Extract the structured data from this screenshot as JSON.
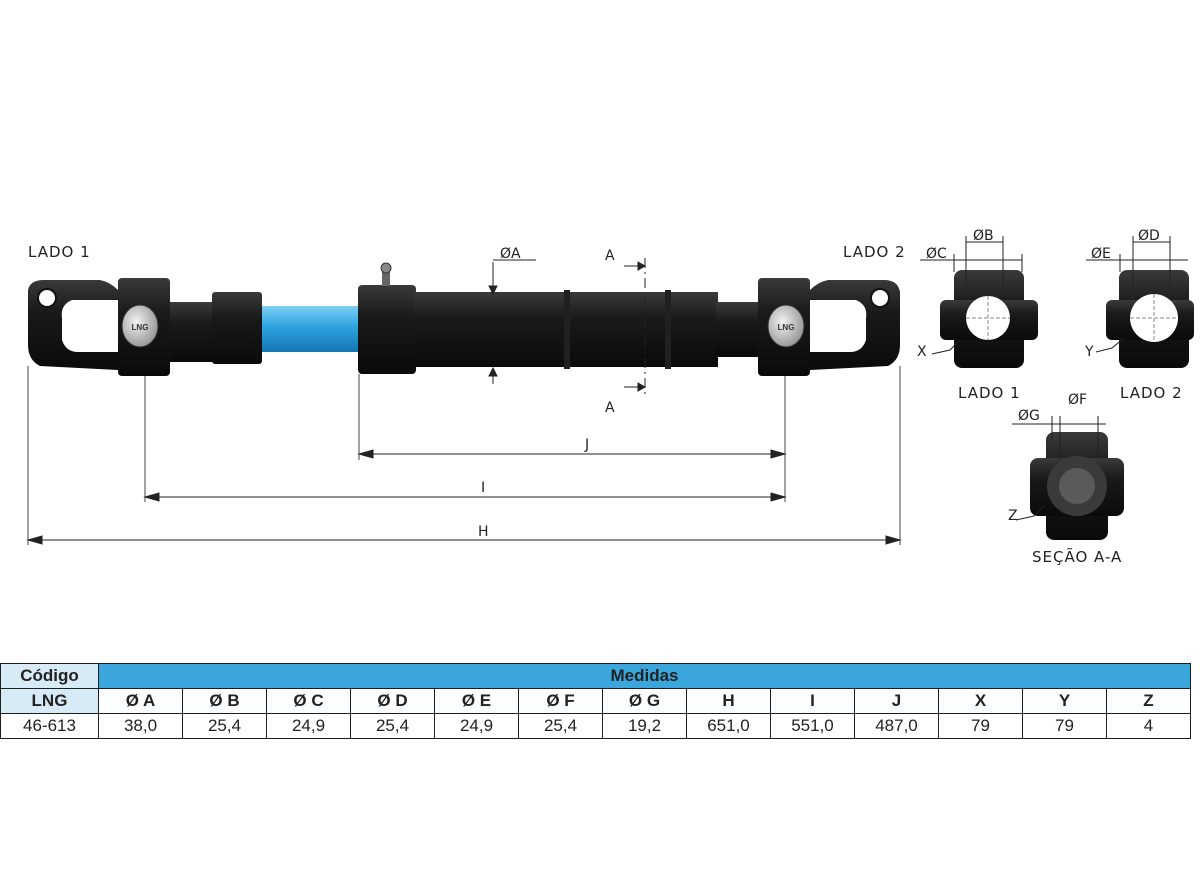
{
  "drawing": {
    "lado1_label": "LADO 1",
    "lado2_label": "LADO 2",
    "dim_a": "ØA",
    "section_letter_top": "A",
    "section_letter_bottom": "A",
    "dim_j": "J",
    "dim_i": "I",
    "dim_h": "H",
    "hub_logo_left": "LNG",
    "hub_logo_right": "LNG",
    "view1": {
      "dim_c": "ØC",
      "dim_b": "ØB",
      "callout": "X",
      "caption": "LADO 1"
    },
    "view2": {
      "dim_e": "ØE",
      "dim_d": "ØD",
      "callout": "Y",
      "caption": "LADO 2"
    },
    "section": {
      "dim_g": "ØG",
      "dim_f": "ØF",
      "callout": "Z",
      "caption": "SEÇÃO A-A"
    },
    "colors": {
      "shaft_blue": "#2ea3e0",
      "body_black": "#151515"
    }
  },
  "table": {
    "codigo_label": "Código",
    "medidas_label": "Medidas",
    "brand_label": "LNG",
    "code_value": "46-613",
    "headers": [
      "Ø A",
      "Ø B",
      "Ø C",
      "Ø D",
      "Ø E",
      "Ø F",
      "Ø G",
      "H",
      "I",
      "J",
      "X",
      "Y",
      "Z"
    ],
    "values": [
      "38,0",
      "25,4",
      "24,9",
      "25,4",
      "24,9",
      "25,4",
      "19,2",
      "651,0",
      "551,0",
      "487,0",
      "79",
      "79",
      "4"
    ]
  }
}
